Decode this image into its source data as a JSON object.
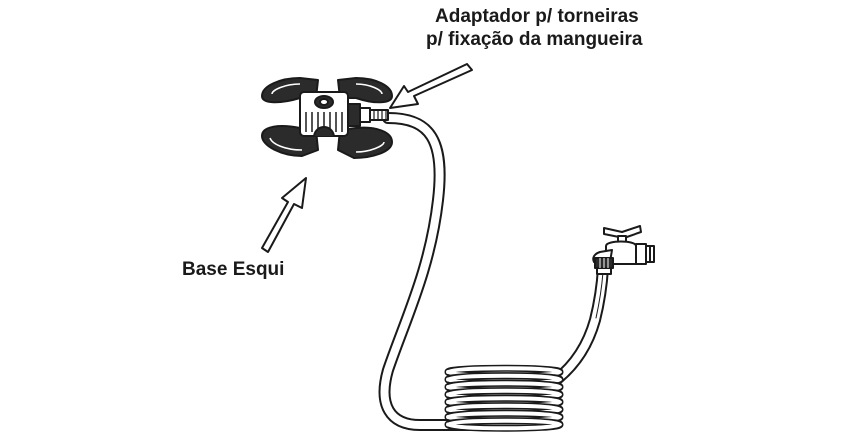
{
  "labels": {
    "adaptor_line1": "Adaptador p/ torneiras",
    "adaptor_line2": "p/ fixação da mangueira",
    "base": "Base Esqui"
  },
  "colors": {
    "ink": "#1a1a1a",
    "fill_dark": "#2b2b2b",
    "fill_light": "#ffffff"
  },
  "icons": [
    "ski-base-icon",
    "hose-adapter-icon",
    "garden-hose-icon",
    "faucet-icon",
    "arrow-icon"
  ]
}
